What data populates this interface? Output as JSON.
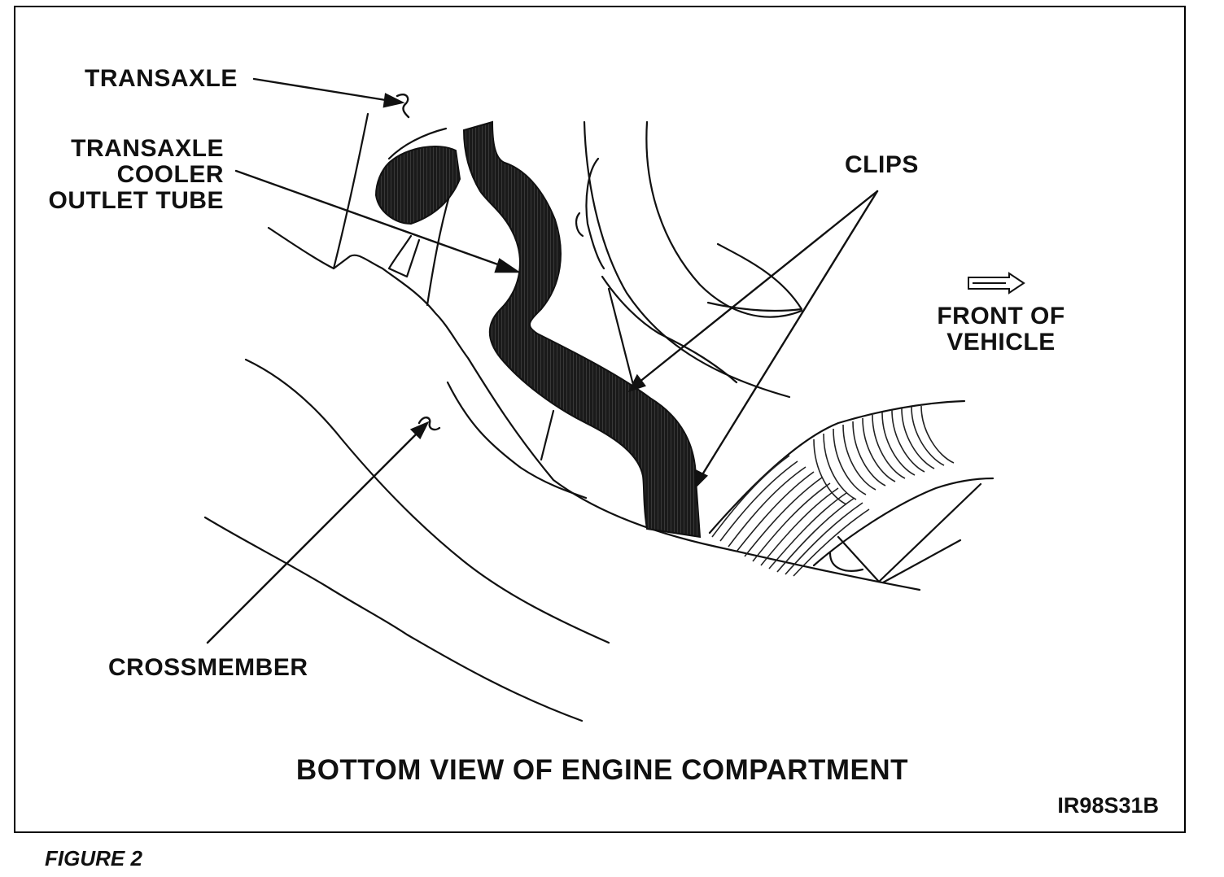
{
  "labels": {
    "transaxle": "TRANSAXLE",
    "cooler_tube": [
      "TRANSAXLE",
      "COOLER",
      "OUTLET TUBE"
    ],
    "clips": "CLIPS",
    "front_of_vehicle": [
      "FRONT OF",
      "VEHICLE"
    ],
    "crossmember": "CROSSMEMBER"
  },
  "title": "BOTTOM VIEW OF ENGINE COMPARTMENT",
  "figure_code": "IR98S31B",
  "caption": "FIGURE 2",
  "colors": {
    "ink": "#111111",
    "background": "#ffffff"
  }
}
